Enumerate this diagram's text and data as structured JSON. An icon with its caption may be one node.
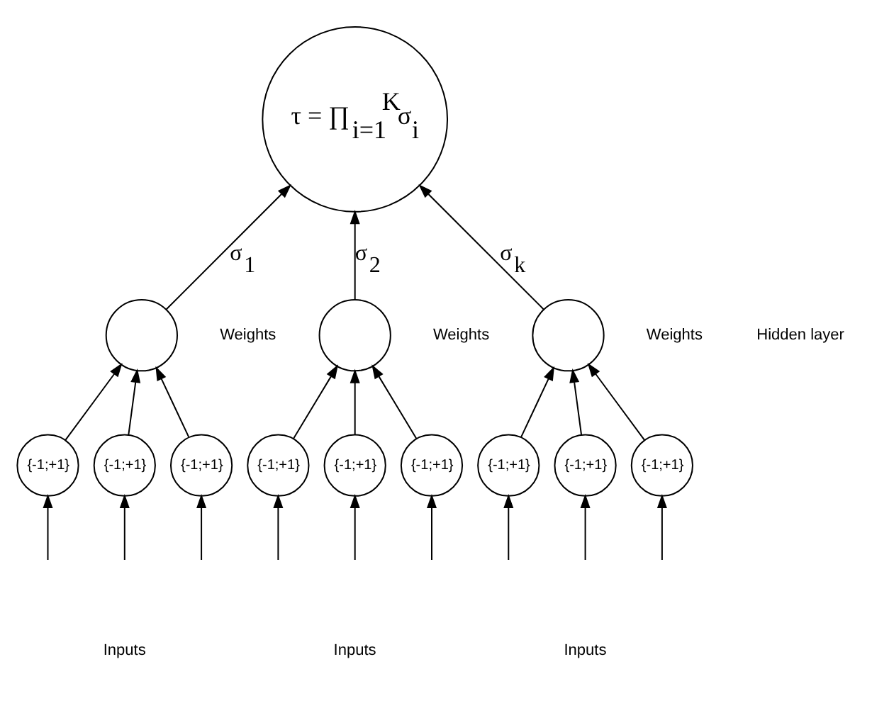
{
  "diagram": {
    "nodes": [
      {
        "text": [
          "τ = ∏$_{i=1}$$^{K}$σ$_{i}$"
        ]
      },
      {
        "text": [],
        "shape": "circle"
      },
      {
        "text": [],
        "shape": "circle"
      },
      {
        "text": [],
        "shape": "circle"
      },
      {
        "text": [
          "{-1;+1}"
        ]
      },
      {
        "text": [
          "{-1;+1}"
        ]
      },
      {
        "text": [
          "{-1;+1}"
        ]
      },
      {
        "text": [
          "{-1;+1}"
        ]
      },
      {
        "text": [
          "{-1;+1}"
        ]
      },
      {
        "text": [
          "{-1;+1}"
        ]
      },
      {
        "text": [
          "{-1;+1}"
        ]
      },
      {
        "text": [
          "{-1;+1}"
        ]
      },
      {
        "text": [
          "{-1;+1}"
        ]
      }
    ],
    "edges": [
      {
        "from": 1,
        "to": 0,
        "arrow": "to",
        "label": "σ$_{1}$"
      },
      {
        "from": 2,
        "to": 0,
        "arrow": "to",
        "label": "σ$_{2}$"
      },
      {
        "from": 3,
        "to": 0,
        "arrow": "to",
        "label": "σ$_{k}$"
      },
      {
        "from": 4,
        "to": 1,
        "arrow": "to"
      },
      {
        "from": 5,
        "to": 1,
        "arrow": "to"
      },
      {
        "from": 6,
        "to": 1,
        "arrow": "to"
      },
      {
        "from": 7,
        "to": 2,
        "arrow": "to"
      },
      {
        "from": 8,
        "to": 2,
        "arrow": "to"
      },
      {
        "from": 9,
        "to": 2,
        "arrow": "to"
      },
      {
        "from": 10,
        "to": 3,
        "arrow": "to"
      },
      {
        "from": 11,
        "to": 3,
        "arrow": "to"
      },
      {
        "from": 12,
        "to": 3,
        "arrow": "to"
      },
      {
        "from": null,
        "to": 4,
        "arrow": "to"
      },
      {
        "from": null,
        "to": 5,
        "arrow": "to"
      },
      {
        "from": null,
        "to": 6,
        "arrow": "to"
      },
      {
        "from": null,
        "to": 7,
        "arrow": "to"
      },
      {
        "from": null,
        "to": 8,
        "arrow": "to"
      },
      {
        "from": null,
        "to": 9,
        "arrow": "to"
      },
      {
        "from": null,
        "to": 10,
        "arrow": "to"
      },
      {
        "from": null,
        "to": 11,
        "arrow": "to"
      },
      {
        "from": null,
        "to": 12,
        "arrow": "to"
      }
    ],
    "labels": [
      "Weights",
      "Weights",
      "Weights",
      "Hidden layer",
      "Inputs",
      "Inputs",
      "Inputs"
    ]
  }
}
